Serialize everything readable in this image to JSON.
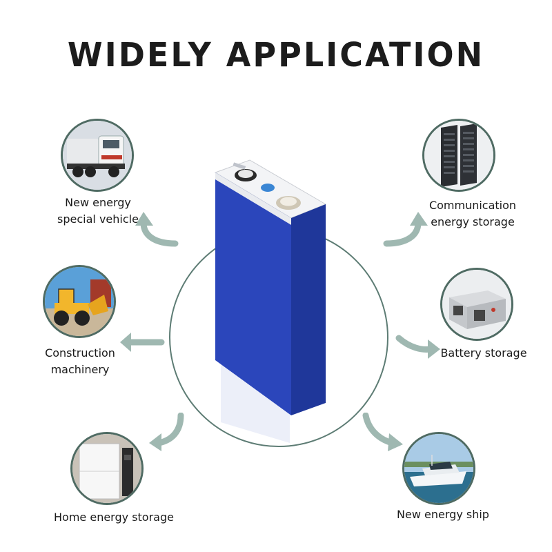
{
  "title": "WIDELY APPLICATION",
  "applications": [
    {
      "line1": "New energy",
      "line2": "special vehicle",
      "icon": "truck-icon"
    },
    {
      "line1": "Construction",
      "line2": "machinery",
      "icon": "wheel-loader-icon"
    },
    {
      "line1": "Home energy storage",
      "line2": "",
      "icon": "home-storage-cabinet-icon"
    },
    {
      "line1": "Communication",
      "line2": "energy storage",
      "icon": "battery-rack-icon"
    },
    {
      "line1": "Battery storage",
      "line2": "",
      "icon": "battery-module-icon"
    },
    {
      "line1": "New energy ship",
      "line2": "",
      "icon": "yacht-icon"
    }
  ],
  "colors": {
    "cell_blue": "#2a45b8",
    "ring": "#5d7c74",
    "arrow": "#9fb8b1",
    "title": "#1c1c1c"
  }
}
